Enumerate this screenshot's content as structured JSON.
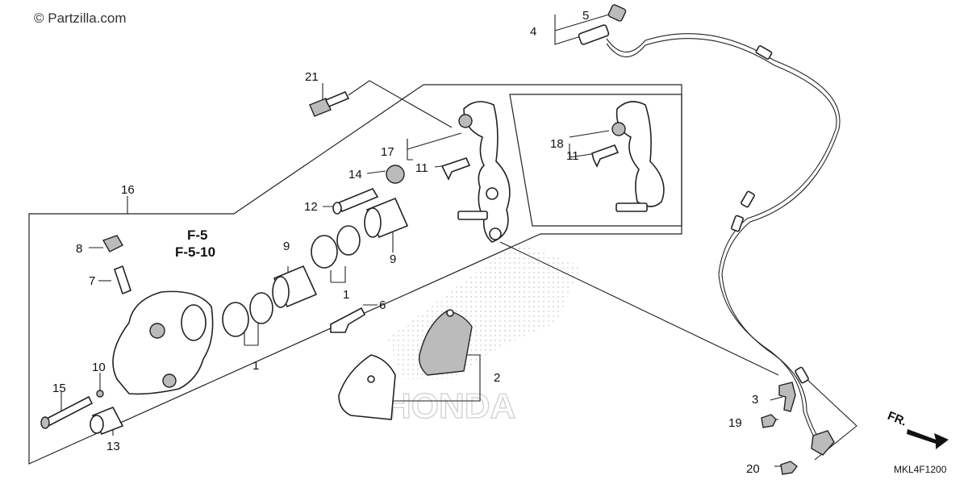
{
  "watermark": "© Partzilla.com",
  "diagram_code": "MKL4F1200",
  "front_indicator": "FR.",
  "reference_labels": [
    "F-5",
    "F-5-10"
  ],
  "background_mark": "HONDA",
  "callouts": {
    "c1a": "1",
    "c1b": "1",
    "c2": "2",
    "c3": "3",
    "c4": "4",
    "c5": "5",
    "c6": "6",
    "c7": "7",
    "c8": "8",
    "c9a": "9",
    "c9b": "9",
    "c10": "10",
    "c11a": "11",
    "c11b": "11",
    "c12": "12",
    "c13": "13",
    "c14": "14",
    "c15": "15",
    "c16": "16",
    "c17": "17",
    "c18": "18",
    "c19": "19",
    "c20": "20",
    "c21": "21"
  }
}
